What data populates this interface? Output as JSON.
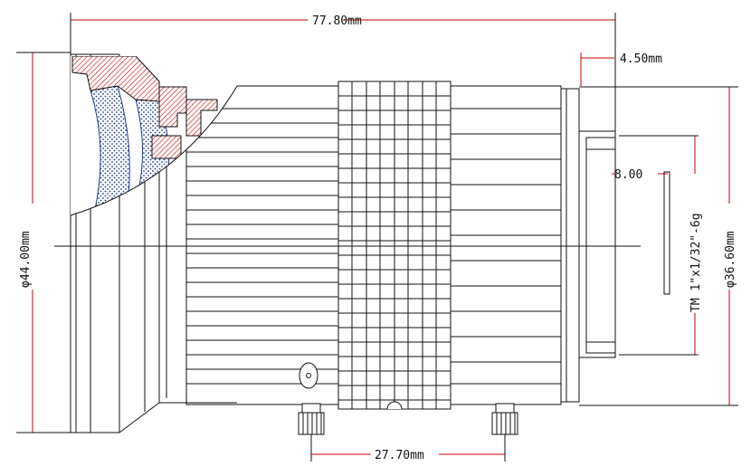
{
  "drawing": {
    "dimensions": {
      "overall_length": "77.80mm",
      "flange_offset": "4.50mm",
      "thread_depth": "8.00",
      "front_diameter": "φ44.00mm",
      "rear_diameter": "φ36.60mm",
      "screw_spacing": "27.70mm",
      "thread_spec": "TM 1\"x1/32\"-6g"
    },
    "colors": {
      "dimension_line": "#cc0000",
      "outline": "#111111",
      "lens_hatch": "#1a3d8f",
      "housing_hatch": "#cc0000"
    }
  }
}
